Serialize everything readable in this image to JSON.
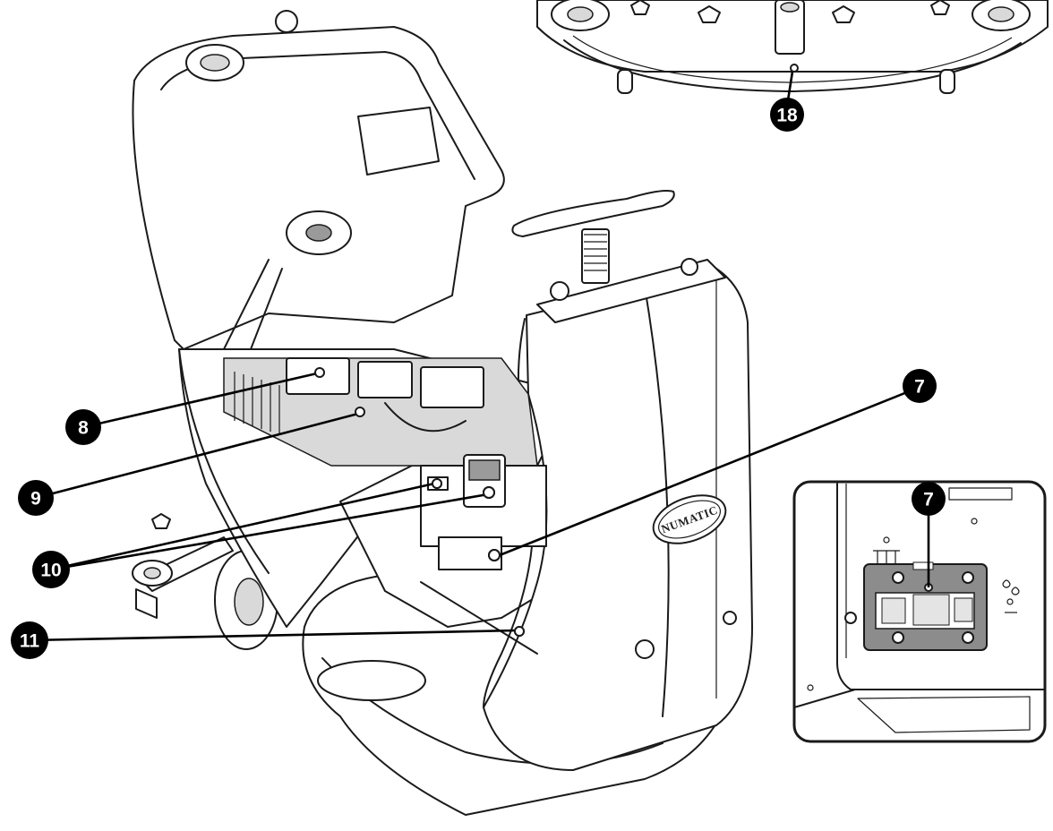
{
  "diagram": {
    "logo_text": "NUMATIC",
    "callouts": [
      {
        "id": "c18",
        "label": "18"
      },
      {
        "id": "c7",
        "label": "7"
      },
      {
        "id": "c8",
        "label": "8"
      },
      {
        "id": "c9",
        "label": "9"
      },
      {
        "id": "c10",
        "label": "10"
      },
      {
        "id": "c11",
        "label": "11"
      }
    ],
    "colors": {
      "line": "#1a1a1a",
      "callout_fill": "#000000",
      "callout_text": "#ffffff",
      "panel_highlight": "#8c8c8c"
    }
  }
}
